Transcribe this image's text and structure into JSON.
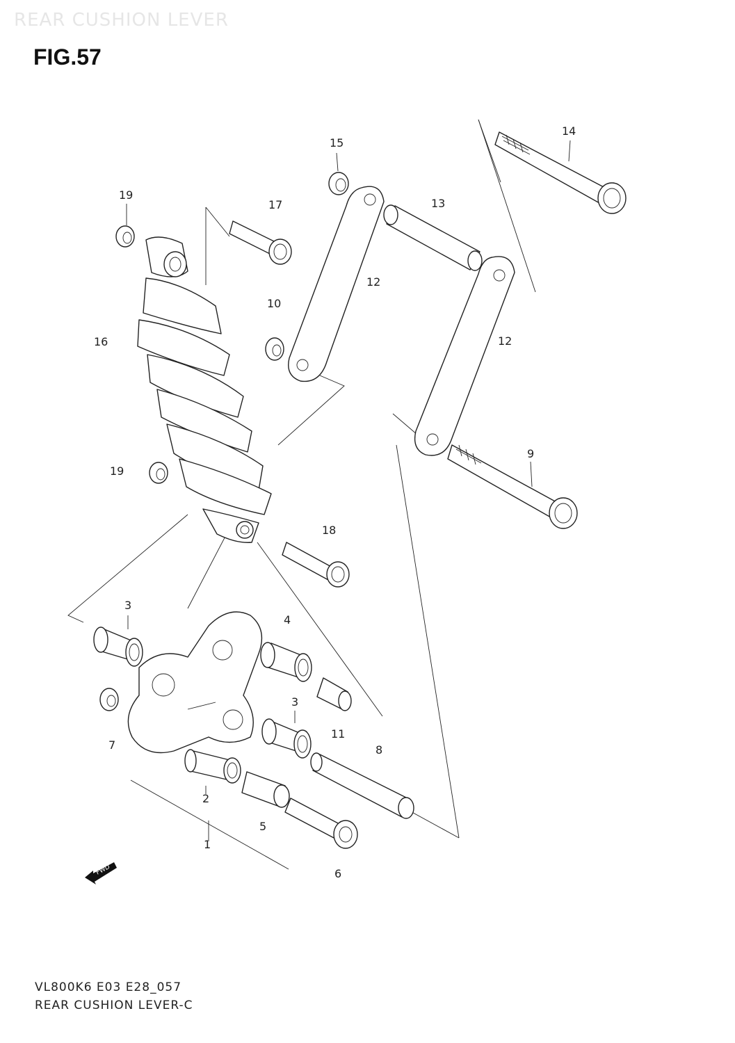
{
  "watermark": "REAR CUSHION LEVER",
  "figure": "FIG.57",
  "footer": {
    "code": "VL800K6 E03 E28_057",
    "name": "REAR CUSHION LEVER-C"
  },
  "fwd_badge": "FWD",
  "callouts": [
    "1",
    "2",
    "3",
    "3",
    "4",
    "5",
    "6",
    "7",
    "8",
    "9",
    "10",
    "11",
    "12",
    "12",
    "13",
    "14",
    "15",
    "16",
    "17",
    "18",
    "19",
    "19"
  ]
}
